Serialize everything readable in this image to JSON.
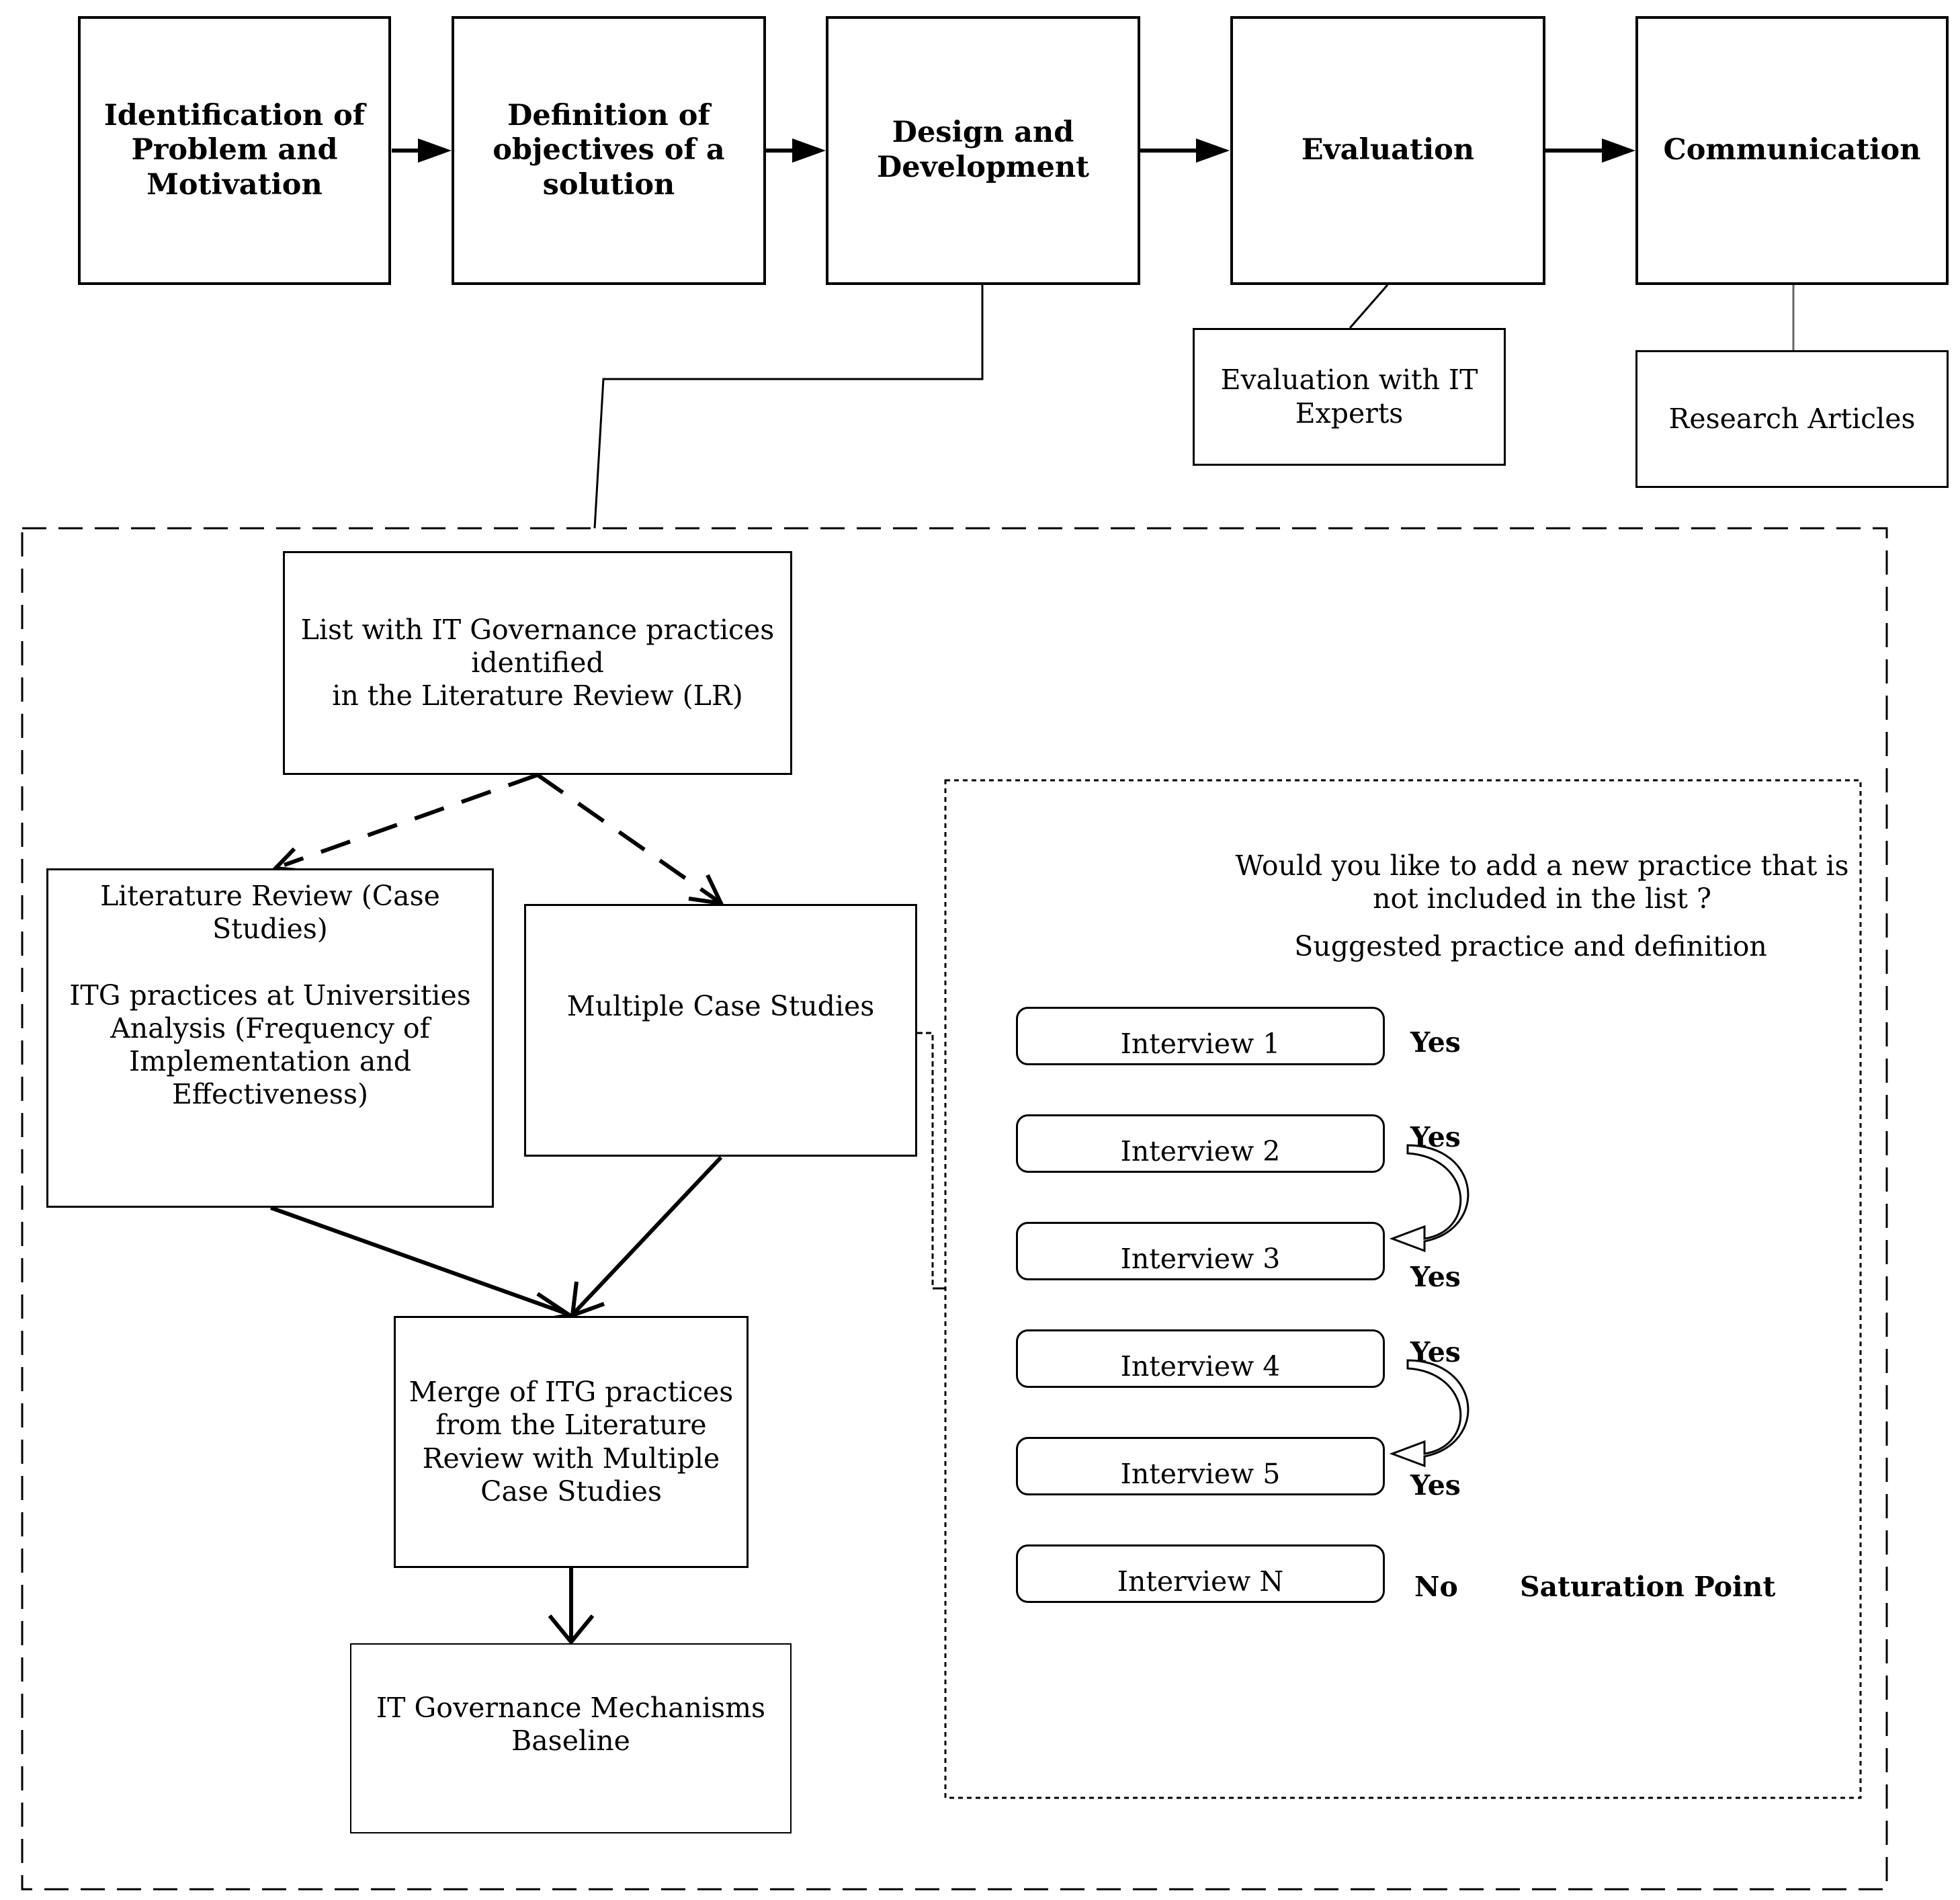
{
  "stages": [
    {
      "label": "Identification of\nProblem and\nMotivation"
    },
    {
      "label": "Definition of\nobjectives of a\nsolution"
    },
    {
      "label": "Design and\nDevelopment"
    },
    {
      "label": "Evaluation"
    },
    {
      "label": "Communication"
    }
  ],
  "evaluation_note": "Evaluation with IT\nExperts",
  "communication_note": "Research Articles",
  "lr_list": "List with IT Governance practices\nidentified\nin the Literature Review (LR)",
  "lr_case_studies": "Literature Review (Case\nStudies)\n\nITG practices at Universities\nAnalysis (Frequency of\nImplementation and\nEffectiveness)",
  "multiple_case_studies": "Multiple Case Studies",
  "merge": "Merge of ITG practices\nfrom the Literature\nReview with Multiple\nCase Studies",
  "baseline": "IT Governance Mechanisms\nBaseline",
  "question": "Would you like to add a new practice that is\nnot included in the list ?",
  "suggested": "Suggested practice and definition",
  "interviews": [
    {
      "label": "Interview 1",
      "answer": "Yes"
    },
    {
      "label": "Interview 2",
      "answer": "Yes"
    },
    {
      "label": "Interview 3",
      "answer": "Yes"
    },
    {
      "label": "Interview 4",
      "answer": "Yes"
    },
    {
      "label": "Interview 5",
      "answer": "Yes"
    },
    {
      "label": "Interview N",
      "answer": "No"
    }
  ],
  "saturation": "Saturation Point"
}
